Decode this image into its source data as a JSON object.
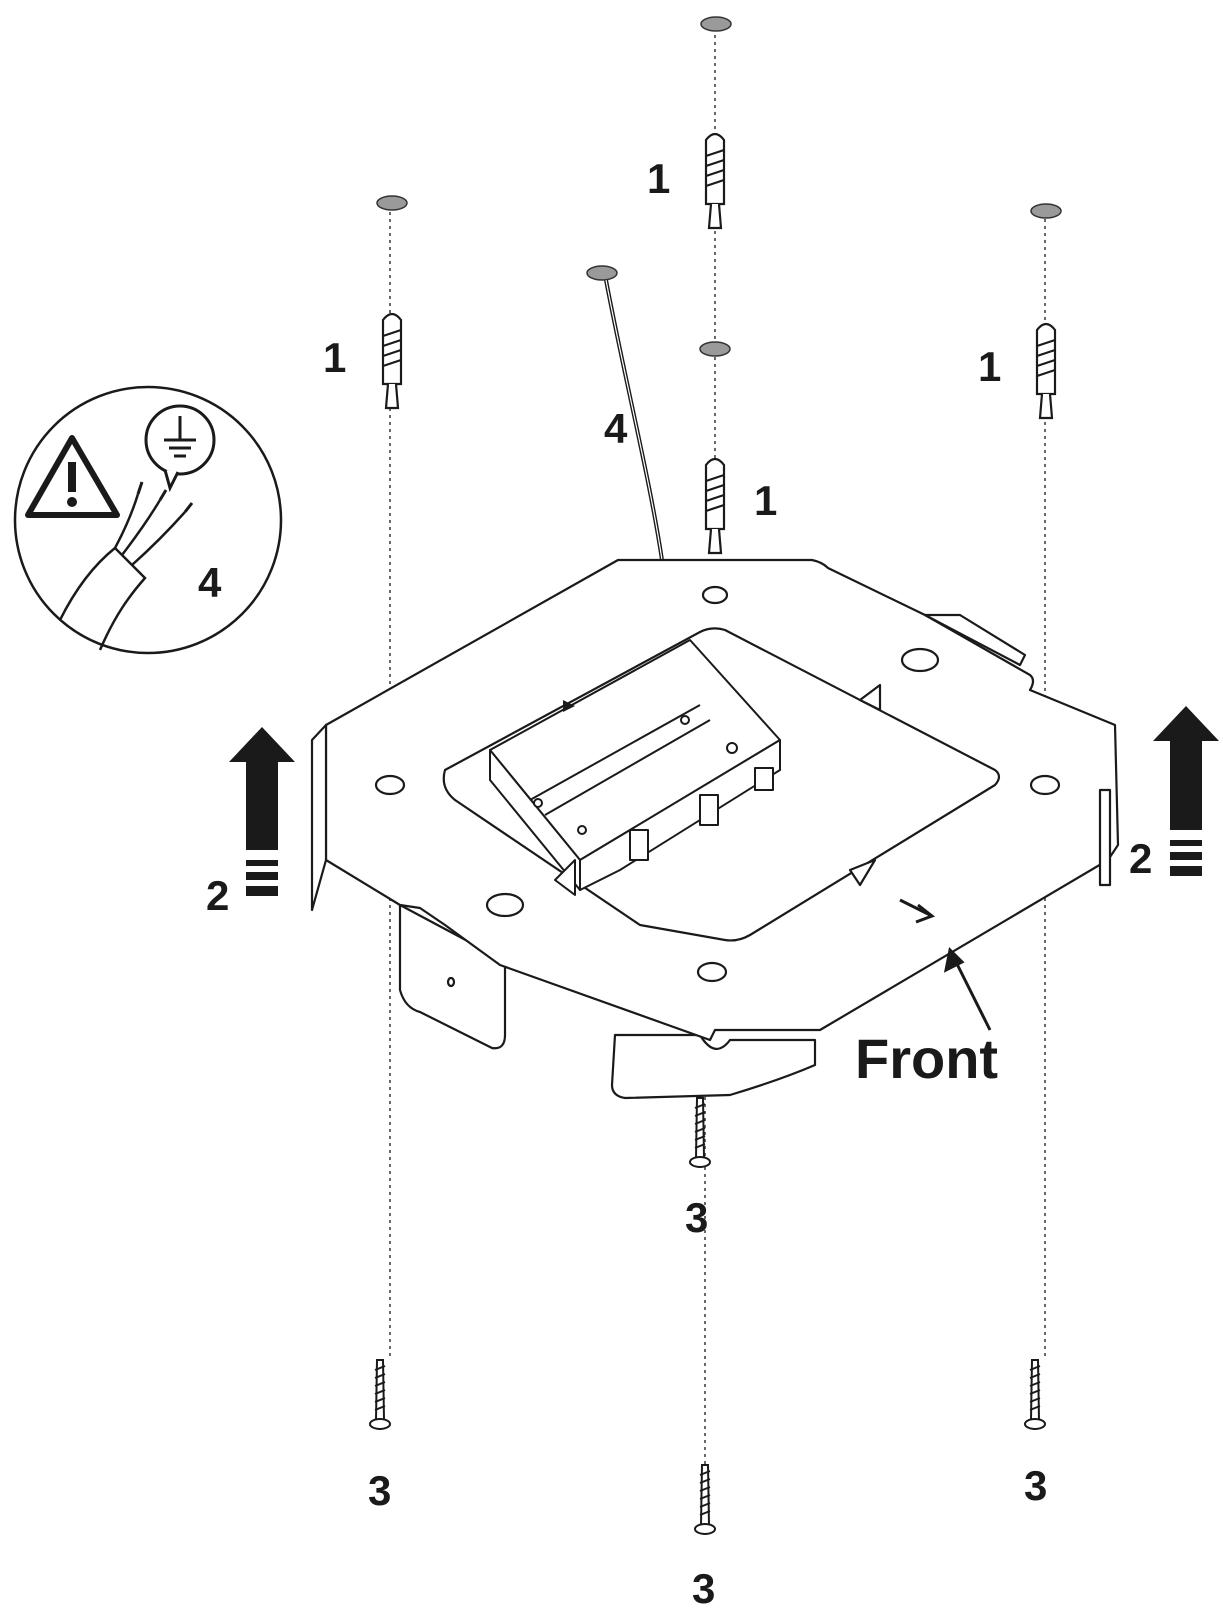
{
  "callouts": {
    "anchor": "1",
    "lift": "2",
    "screw": "3",
    "ground_wire": "4",
    "front": "Front"
  },
  "inset": {
    "warning_icon": "warning-triangle-icon",
    "ground_icon": "earth-ground-icon"
  },
  "colors": {
    "line": "#1a1a1a",
    "ceiling_hole": "#9a9a9a",
    "arrow": "#1a1a1a"
  }
}
